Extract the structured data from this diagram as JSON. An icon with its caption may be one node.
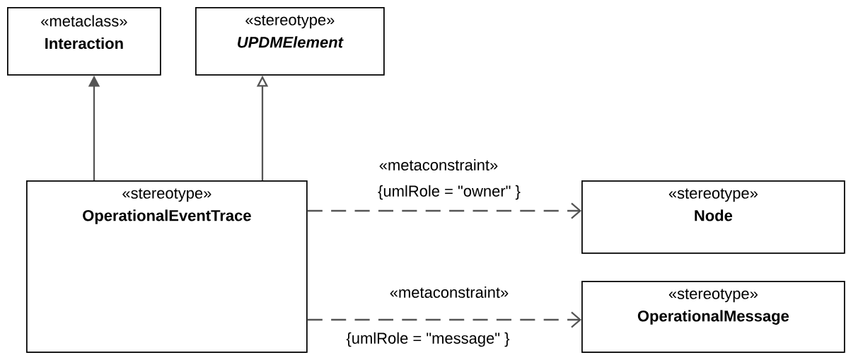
{
  "diagram": {
    "nodes": [
      {
        "text": [
          "«metaclass»",
          "Interaction"
        ]
      },
      {
        "text": [
          "«stereotype»",
          "UPDMElement"
        ]
      },
      {
        "text": [
          "«stereotype»",
          "OperationalEventTrace"
        ]
      },
      {
        "text": [
          "«stereotype»",
          "Node"
        ]
      },
      {
        "text": [
          "«stereotype»",
          "OperationalMessage"
        ]
      }
    ],
    "edges": [
      {
        "from": 2,
        "to": 0,
        "arrow": "to"
      },
      {
        "from": 2,
        "to": 1,
        "arrow": "to"
      },
      {
        "from": 2,
        "to": 3,
        "arrow": "to",
        "style": "dashed",
        "label": "«metaconstraint»"
      },
      {
        "from": 2,
        "to": 4,
        "arrow": "to",
        "style": "dashed",
        "label": "«metaconstraint»"
      }
    ],
    "labels": [
      "{umlRole = \"owner\" }",
      "{umlRole = \"message\" }"
    ]
  }
}
